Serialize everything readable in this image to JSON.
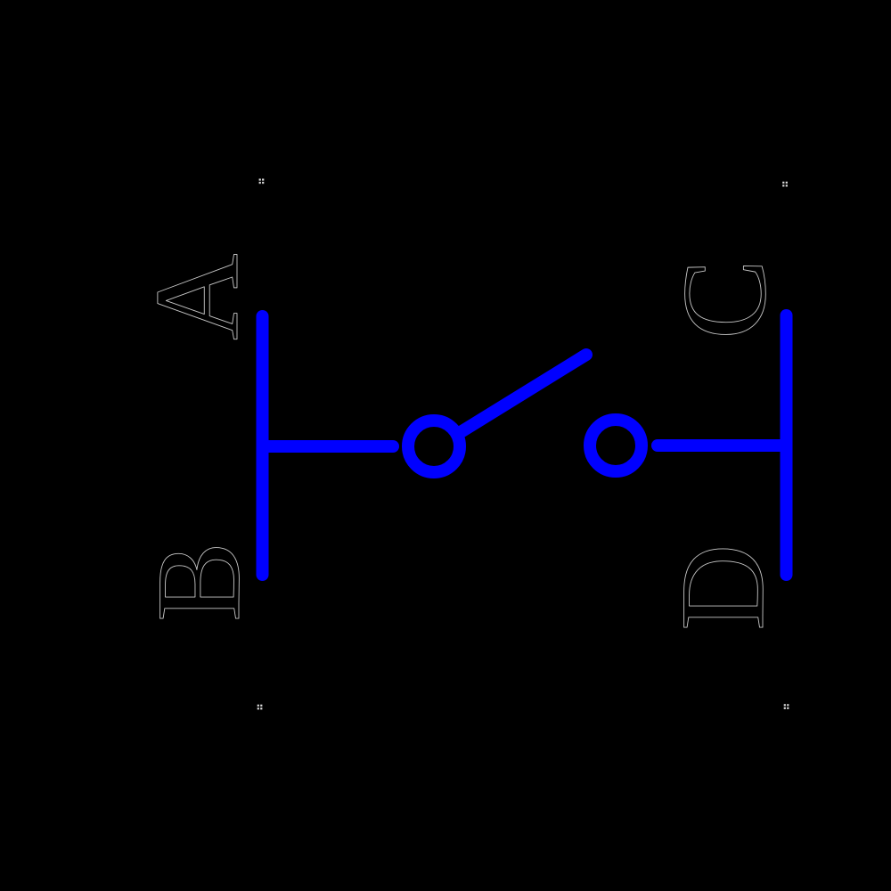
{
  "labels": {
    "a": "A",
    "b": "B",
    "c": "C",
    "d": "D"
  },
  "colors": {
    "background": "#000000",
    "wire": "#0000ff",
    "label_fill": "#000000",
    "label_outline": "#c8c8c8",
    "marker": "#d9d9d9"
  },
  "icons": {
    "anchor_marker": "2x2-dot-grid",
    "contact_circle": "open-ring",
    "switch_lever": "diagonal-line"
  }
}
